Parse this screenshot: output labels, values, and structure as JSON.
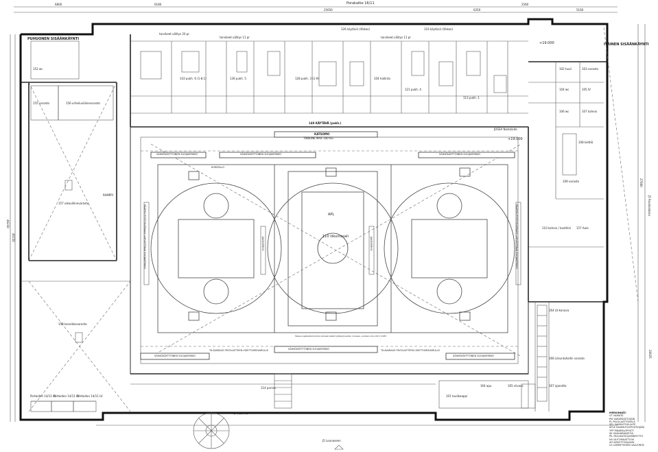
{
  "top_labels": {
    "palokatko_top": "Porakatko 16/11",
    "dim_top_a": "6800",
    "dim_top_b": "6180",
    "dim_top_c": "25650",
    "dim_top_d": "6350",
    "dim_top_e": "2560",
    "dim_top_f": "5160"
  },
  "left_room_labels": {
    "puhuonen": "PUHUONEN SISÄÄNKÄYNTI",
    "r152": "152 wc",
    "r155": "155 varasto",
    "r156": "156 urheiluvälinevarasto",
    "r157": "157 ulkovälinevarasto",
    "r158": "158 koneikkovarasto",
    "ramp": "RAMPPI",
    "porta_1": "Portaiden 14/11 LV",
    "porta_2": "Portaiden 14/11 LV",
    "porta_3": "Portaiden 14/11 LV"
  },
  "top_room_labels": {
    "korridor_a": "tarvikeet.välitys 20 pr",
    "korridor_b": "tarvikeet.välitys 11 pr",
    "korridor_c": "tarvikeet.välitys 11 pr",
    "r143": "143 pukh. 6 (1-8.1)",
    "r136": "136 pukh. 5",
    "r121": "121 pukh. 4",
    "r113": "113 pukh. 1",
    "r126": "126 käytävä (lifakas)",
    "r116": "116 käytävä (lifakas)",
    "r128": "128 pukh. 3 (1-9)",
    "r104": "104 hallinta",
    "corridor": "148 KÄYTÄVÄ (pukh.)",
    "lift_label": "JOSSA Nostolaite"
  },
  "right_room_labels": {
    "entrance": "ITÄINEN SISÄÄNKÄYNTI",
    "r102": "102 tuuli",
    "r103": "103 varasto",
    "r104b": "104 wc",
    "r105": "105 IV",
    "r106": "106 wc",
    "r107": "107 kahvio",
    "r108": "108 keittiö",
    "r109": "109 varasto",
    "r110": "110 kahvio / kanttiini",
    "r157b": "157 Aula",
    "hight": "+19.000",
    "dim_right": "27600",
    "j5_right": "J5 Ruodsalossa",
    "r164": "164 LV-kanava",
    "r166": "166 Liikuntahallin varasto",
    "r167": "167 ajanotto"
  },
  "hall_labels": {
    "tribune": "TRIBUNE MAX 100 KG",
    "katsomo": "KATSOMO",
    "hall_name": "110 liikuntasali",
    "stage": "APL",
    "elev": "+19.000",
    "net_top_left": "SÄHKÖKÄYTTÖINEN SUOJAVERKKO",
    "net_top_mid": "SÄHKÖKÄYTTÖINEN SUOJAVERKKO",
    "net_top_right": "SÄHKÖKÄYTTÖINEN SUOJAVERKKO",
    "net_bottom_left": "SÄHKÖKÄYTTÖINEN SUOJAVERKKO",
    "net_bottom_mid": "SÄHKÖKÄYTTÖINEN SUOJAVERKKO",
    "net_bottom_right": "SÄHKÖKÄYTTÖINEN SUOJAVERKKO",
    "side_left": "PÄÄDYN PYSTYSUORAAN LAHVOITTAVA SUOJAVERKKO",
    "side_right": "PÄÄDYN PYSTYSUORAAN LAHVOITTAVA SUOJAVERKKO",
    "rail": "TILAVARAUS PELTILAITTEEN USEITTUMISVARULLE",
    "rail_2": "TILAVARAUS PELTILAITTEEN USEITTUMISVARULLE",
    "note": "Telescooppikatsomoiden korkeat pallet kytkeytyneiden mukaan, puitaan 14+132 C=4/M",
    "jakoverho_1": "JAKOVERHO",
    "jakoverho_2": "JAKOVERHO",
    "basketball": "KORIPALLO"
  },
  "bottom_labels": {
    "r114": "114 porras",
    "r101": "101 tuulikaappi",
    "r164b": "164 apu",
    "r165": "165 siivous",
    "r170": "170 porras",
    "j5_bottom": "J5 Lounaseen",
    "dim_left": "46230",
    "dim_left_b": "40150",
    "dim_bottom": "20025"
  },
  "legend": {
    "title": "MERKINNÄT:",
    "items": [
      "VT   VAIRATE",
      "PM   VARAPÄÄSTOJÄRJ",
      "PL   PALOLAATTOKELA",
      "SPL  SAMMUTUSLAITE",
      "SPLK SAMMUTUSPOSTIOJÄRJ",
      "YPP  PINAPALOPOSTI",
      "SK   SÄÄHÄRÄKKTÖA",
      "PIL  PALOKATSOJAMIKPOTTO",
      "NO   AUTOMAATTIOVI",
      "AO   KOKOTTOKAAVIK",
      "LV   LÄMMITYKSEN VALVONTA"
    ]
  }
}
